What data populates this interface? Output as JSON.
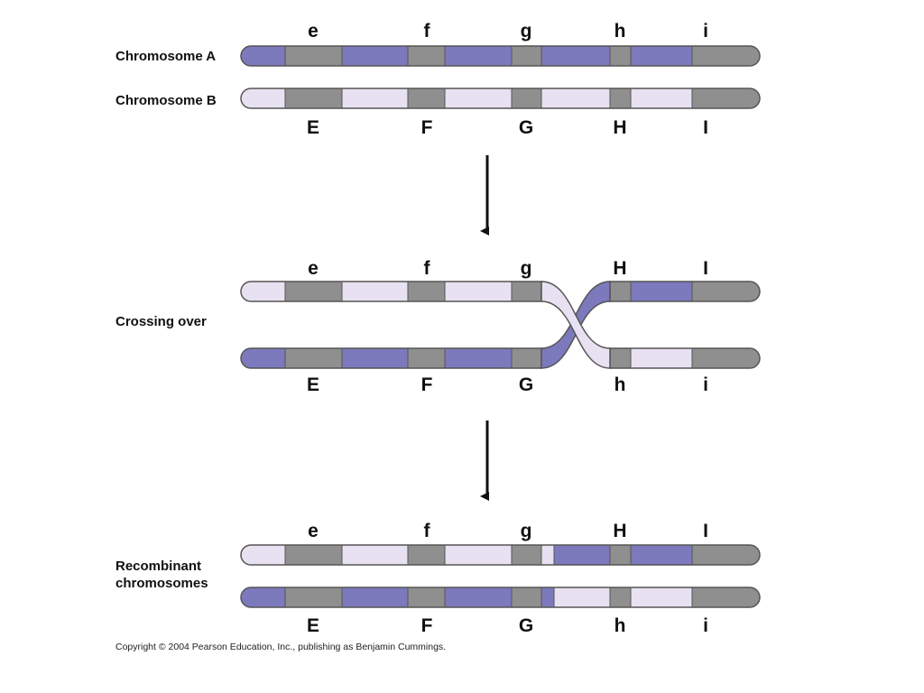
{
  "colors": {
    "dark": "#7c79bd",
    "light": "#e7e1f1",
    "gene": "#8f8f8f",
    "outline": "#555555",
    "arrow": "#111111"
  },
  "labels": {
    "chromosome_a": "Chromosome A",
    "chromosome_b": "Chromosome B",
    "crossing_over": "Crossing over",
    "recombinant_line1": "Recombinant",
    "recombinant_line2": "chromosomes"
  },
  "stages": {
    "parental": {
      "top_genes": [
        "e",
        "f",
        "g",
        "h",
        "i"
      ],
      "bottom_genes": [
        "E",
        "F",
        "G",
        "H",
        "I"
      ],
      "chromosome_a_fill": "dark",
      "chromosome_b_fill": "light"
    },
    "crossover": {
      "top_genes": [
        "e",
        "f",
        "g",
        "H",
        "I"
      ],
      "bottom_genes": [
        "E",
        "F",
        "G",
        "h",
        "i"
      ],
      "top_left_fill": "light",
      "top_right_fill": "dark",
      "bottom_left_fill": "dark",
      "bottom_right_fill": "light"
    },
    "recombinant": {
      "top_genes": [
        "e",
        "f",
        "g",
        "H",
        "I"
      ],
      "bottom_genes": [
        "E",
        "F",
        "G",
        "h",
        "i"
      ],
      "top_left_fill": "light",
      "top_right_fill": "dark",
      "bottom_left_fill": "dark",
      "bottom_right_fill": "light"
    }
  },
  "copyright": "Copyright © 2004 Pearson Education, Inc., publishing as Benjamin Cummings."
}
